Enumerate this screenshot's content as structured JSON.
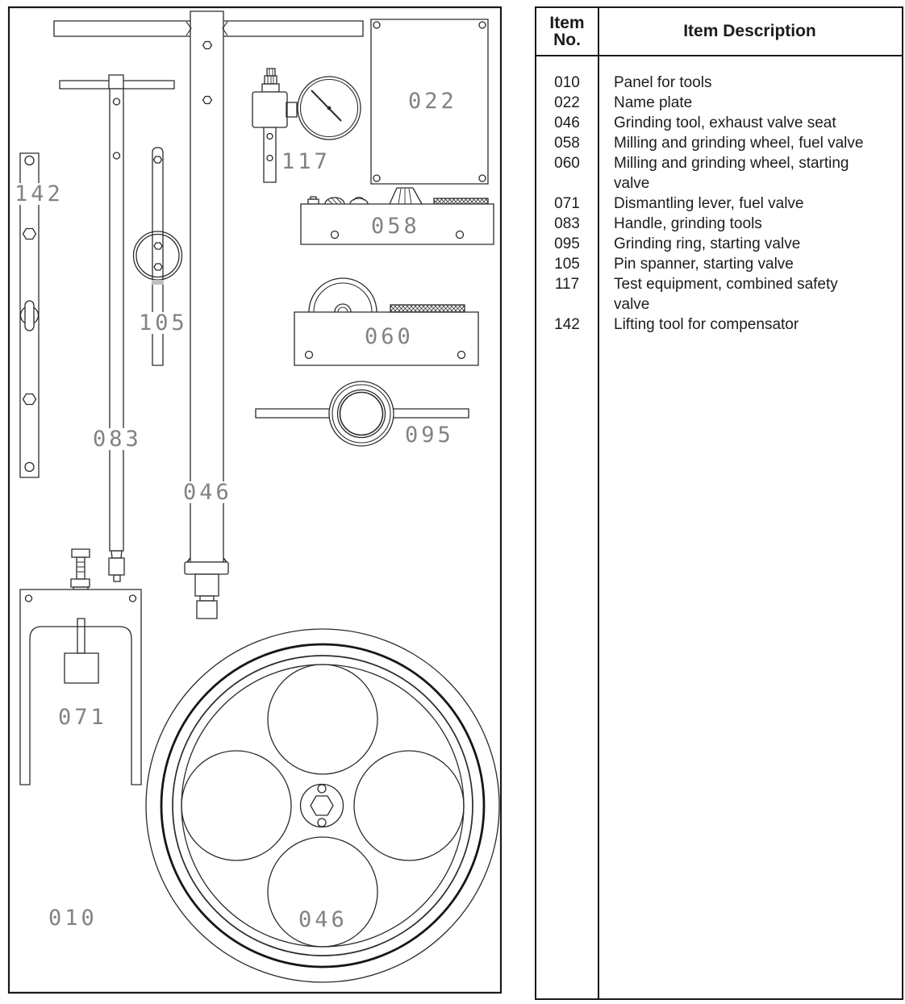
{
  "drawing": {
    "labels": {
      "panel": "010",
      "name_plate": "022",
      "grinding_tool": "046",
      "milling_fuel": "058",
      "milling_starting": "060",
      "dismantling_lever": "071",
      "handle": "083",
      "grinding_ring": "095",
      "pin_spanner": "105",
      "test_equipment": "117",
      "lifting_tool": "142"
    }
  },
  "table": {
    "header": {
      "col1_line1": "Item",
      "col1_line2": "No.",
      "col2": "Item Description"
    },
    "rows": [
      {
        "no": "010",
        "desc": "Panel for tools"
      },
      {
        "no": "022",
        "desc": "Name plate"
      },
      {
        "no": "046",
        "desc": "Grinding tool, exhaust valve seat"
      },
      {
        "no": "058",
        "desc": "Milling and grinding wheel, fuel valve"
      },
      {
        "no": "060",
        "desc": "Milling and grinding wheel, starting",
        "desc2": "valve"
      },
      {
        "no": "071",
        "desc": "Dismantling lever, fuel valve"
      },
      {
        "no": "083",
        "desc": "Handle, grinding tools"
      },
      {
        "no": "095",
        "desc": "Grinding ring, starting valve"
      },
      {
        "no": "105",
        "desc": "Pin spanner, starting valve"
      },
      {
        "no": "117",
        "desc": "Test equipment, combined safety",
        "desc2": "valve"
      },
      {
        "no": "142",
        "desc": "Lifting tool for compensator"
      }
    ]
  }
}
